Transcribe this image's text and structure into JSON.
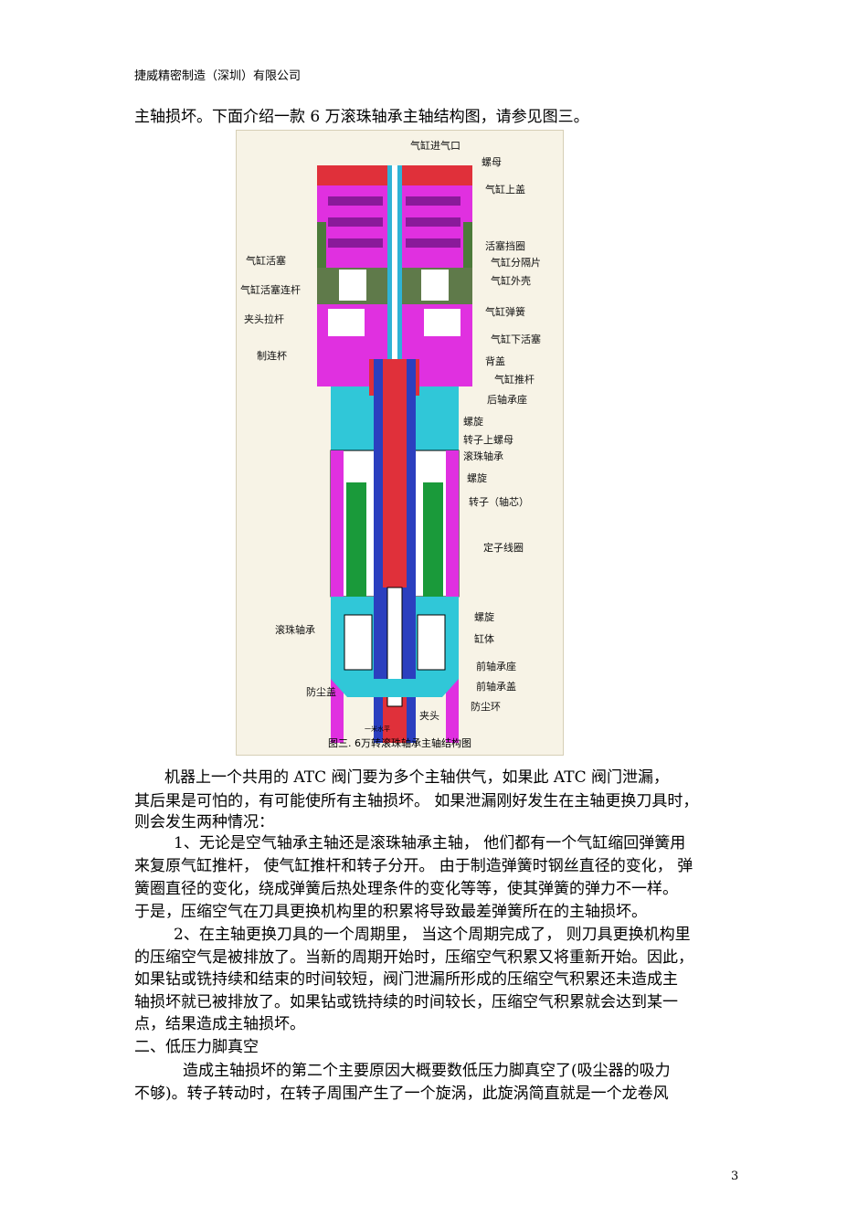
{
  "header": "捷威精密制造（深圳）有限公司",
  "intro": "主轴损坏。下面介绍一款 6 万滚珠轴承主轴结构图，请参见图三。",
  "figure": {
    "caption": "图三. 6万转滚珠轴承主轴结构图",
    "scale_label": "一米水平",
    "labels_right": [
      "气缸进气口",
      "螺母",
      "气缸上盖",
      "活塞挡圈",
      "气缸分隔片",
      "气缸外壳",
      "气缸弹簧",
      "气缸下活塞",
      "背盖",
      "气缸推杆",
      "后轴承座",
      "螺旋",
      "转子上螺母",
      "滚珠轴承",
      "螺旋",
      "转子（轴芯）",
      "定子线圈",
      "螺旋",
      "缸体",
      "前轴承座",
      "前轴承盖",
      "防尘环"
    ],
    "labels_left": [
      "气缸活塞",
      "气缸活塞连杆",
      "夹头拉杆",
      "制连杯",
      "滚珠轴承",
      "防尘盖"
    ],
    "label_bottom": "夹头"
  },
  "paragraphs": [
    "机器上一个共用的 ATC 阀门要为多个主轴供气，如果此  ATC 阀门泄漏，",
    "其后果是可怕的，有可能使所有主轴损坏。 如果泄漏刚好发生在主轴更换刀具时，",
    "则会发生两种情况：",
    "1、无论是空气轴承主轴还是滚珠轴承主轴，  他们都有一个气缸缩回弹簧用",
    "来复原气缸推杆，  使气缸推杆和转子分开。  由于制造弹簧时钢丝直径的变化，  弹",
    "簧圈直径的变化，绕成弹簧后热处理条件的变化等等，使其弹簧的弹力不一样。",
    "于是，压缩空气在刀具更换机构里的积累将导致最差弹簧所在的主轴损坏。",
    "2、在主轴更换刀具的一个周期里，  当这个周期完成了，  则刀具更换机构里",
    "的压缩空气是被排放了。当新的周期开始时，压缩空气积累又将重新开始。因此，",
    "如果钻或铣持续和结束的时间较短，阀门泄漏所形成的压缩空气积累还未造成主",
    "轴损坏就已被排放了。如果钻或铣持续的时间较长，压缩空气积累就会达到某一",
    "点，结果造成主轴损坏。",
    "二、低压力脚真空",
    "造成主轴损坏的第二个主要原因大概要数低压力脚真空了(吸尘器的吸力",
    "不够)。转子转动时，在转子周围产生了一个旋涡，此旋涡简直就是一个龙卷风"
  ],
  "page_number": "3"
}
